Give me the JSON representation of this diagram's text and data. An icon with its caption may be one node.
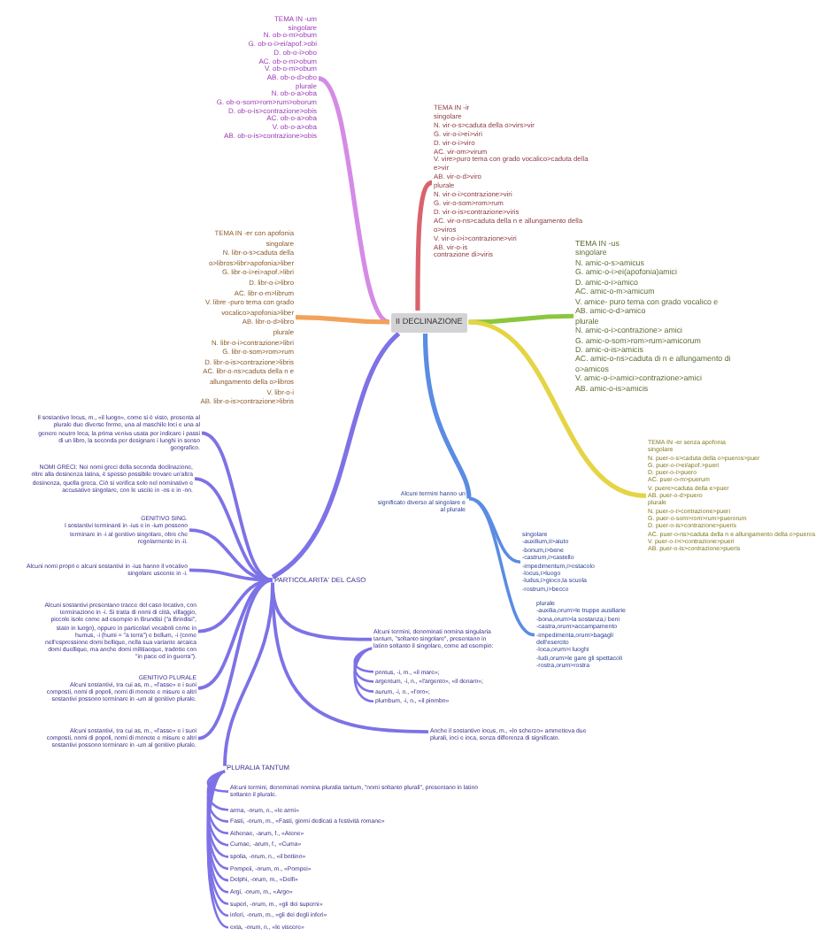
{
  "diagram": {
    "nodes": [
      {
        "text": [
          "II DECLINAZIONE"
        ]
      },
      {
        "text": [
          "TEMA IN -um",
          "singolare",
          "N. ob-o-m>obum",
          "G. ob-o-i>ei/apof.>obi",
          "D. ob-o-i>obo",
          "AC. ob-o-m>obum",
          "V. ob-o-m>obum",
          "AB. ob-o-d>obo",
          "plurale",
          "N. ob-o-a>oba",
          "G. ob-o-som>rom>rum>oborum",
          "D. ob-o-is>contrazione>obis",
          "AC. ob-o-a>oba",
          "V. ob-o-a>oba",
          "AB. ob-o-is>contrazione>obis"
        ]
      },
      {
        "text": [
          "TEMA IN -ir",
          "singolare",
          "N. vir-o-s>caduta della o>virs>vir",
          "G. vir-o-i>ei>viri",
          "D. vir-o-i>viro",
          "AC. vir-om>virum",
          "V. vire>puro tema con grado vocalico>caduta della e>vir",
          "AB. vir-o-d>viro",
          "plurale",
          "N. vir-o-i>contrazione>viri",
          "G. vir-o-som>rom>rum",
          "D. vir-o-is>contrazione>viris",
          "AC. vir-o-ns>caduta della n e allungamento della o>viros",
          "V. vir-o-i>i>contrazione>viri",
          "AB. vir-o-is",
          "contrazione di>viris"
        ]
      },
      {
        "text": [
          "TEMA IN -er con apofonia",
          "singolare",
          "N. libr-o-s>caduta della o>libros>libr>apofonia>liber",
          "G. libr-o-i>ei>apof.>libri",
          "D. libr-o-i>libro",
          "AC. libr-o-m>librum",
          "V. libre -puro tema con grado vocalico>apofonia>liber",
          "AB. libr-o-d>libro",
          "plurale",
          "N. libr-o-i>contrazione>libri",
          "G. libr-o-som>rom>rum",
          "D. libr-o-is>contrazione>libris",
          "AC. libr-o-ns>caduta della n e allungamento della o>libros",
          "V. libr-o-i",
          "AB. libr-o-is>contrazione>libris"
        ]
      },
      {
        "text": [
          "TEMA IN -us",
          "singolare",
          "N. amic-o-s>amicus",
          "G. amic-o-i>ei(apofonia)amici",
          "D. amic-o-i>amico",
          "AC. amic-o-m>amicum",
          "V. amice- puro tema con grado vocalico e",
          "AB. amic-o-d>amico",
          "plurale",
          "N. amic-o-i>contrazione> amici",
          "G. amic-o-som>rom>rum>amicorum",
          "D. amic-o-is>amicis",
          "AC. amic-o-ns>caduta di n e allungamento di o>amicos",
          "V. amic-o-i>amici>contrazione>amici",
          "AB. amic-o-is>amicis"
        ]
      },
      {
        "text": [
          "TEMA IN -er senza apofonia",
          "singolare",
          "N. puer-o-s>caduta della o>pueros>puer",
          "G. puer-o-i>ei/apof.>pueri",
          "D. puer-o-i>puero",
          "AC. puer-o-m>puerum",
          "V. puere>caduta della e>puer",
          "AB. puer-o-d>puero",
          "plurale",
          "N. puer-o-i>contrazione>pueri",
          "G. puer-o-som>rom>rum>puerorum",
          "D. puer-o-is>contrazione>pueris",
          "AC. puer-o-ns>caduta della n e allungamento della o>pueros",
          "V. puer-o-i>i>contrazione>pueri",
          "AB. puer-o-is>contrazione>pueris"
        ]
      },
      {
        "text": [
          "Alcuni termini hanno un significato diverso al singolare e al plurale"
        ]
      },
      {
        "text": [
          "singolare",
          "-auxilium,ii>aiuto",
          "-bonum,i>bene",
          "-castrum,i>castello",
          "-impedimentum,i>ostacolo",
          "-locus,i>luogo",
          "-ludus,i>gioco,la scuola",
          "-rostrum,i>becco"
        ]
      },
      {
        "text": [
          "plurale",
          "-auxilia,orum>le truppe ausiliarie",
          "-bona,orum>la sostanza,i beni",
          "-castra,orum>accampamento",
          "-impedimenta,orum>bagagli dell'esercito",
          "-loca,orum>i luoghi",
          "-ludi,orum>le gare gli spettacoli",
          "-rostra,orum>rostra"
        ]
      },
      {
        "text": [
          "Il sostantivo locus, m., «il luogo», come si è visto, presenta al plurale due diverse forme, una al maschile loci e una al genere neutro loca; la prima veniva usata per indicare i passi di un libro, la seconda per designare i luoghi in senso geografico."
        ]
      },
      {
        "text": [
          "NOMI GRECI: Nei nomi greci della seconda declinazione, oltre alla desinenza latina, è spesso possibile trovare un'altra desinenza, quella greca. Ciò si verifica solo nel nominativo e accusativo singolare, con le uscite in -os e in -on."
        ]
      },
      {
        "text": [
          "GENITIVO SING.",
          "I sostantivi terminanti in -ius e in -ium possono terminare in -i al genitivo singolare, oltre che regolarmente in -ii."
        ]
      },
      {
        "text": [
          "Alcuni nomi propri e alcuni sostantivi in -ius hanno il vocativo singolare uscente in -i."
        ]
      },
      {
        "text": [
          "PARTICOLARITA' DEL CASO"
        ]
      },
      {
        "text": [
          "Alcuni sostantivi presentano tracce del caso locativo, con terminazione in -i. Si tratta di nomi di città, villaggio, piccole isole come ad esempio in Brundisi (\"a Brindisi\", stato in luogo), oppure in particolari vocaboli come in humus, -i (humi = \"a terra\") e bellum, -i (come nell'espressione domi bellique, nella sua variante arcaica domi duellique, ma anche domi militiaeque, tradotte con \"in pace ed in guerra\")."
        ]
      },
      {
        "text": [
          "Alcuni termini, denominati nomina singularia tantum, \"soltanto singolare\", presentano in latino soltanto il singolare, come ad esempio:"
        ]
      },
      {
        "text": [
          "pontus, -i, m., «il mare»;"
        ]
      },
      {
        "text": [
          "argentum, -i, n., «l'argento», «il denaro»;"
        ]
      },
      {
        "text": [
          "aurum, -i, n., «l'oro»;"
        ]
      },
      {
        "text": [
          "plumbum, -i, n., «il piombo»"
        ]
      },
      {
        "text": [
          "GENITIVO PLURALE",
          "Alcuni sostantivi, tra cui as, m., «l'asse» e i suoi composti, nomi di popoli, nomi di monete e misure e altri sostantivi possono terminare in -um al genitivo plurale."
        ]
      },
      {
        "text": [
          "Anche il sostantivo iocus, m., «lo scherzo» ammetteva due plurali, ioci e ioca, senza differenza di significato."
        ]
      },
      {
        "text": [
          "Alcuni sostantivi, tra cui as, m., «l'asse» e i suoi composti, nomi di popoli, nomi di monete e misure e altri sostantivi possono terminare in -um al genitivo plurale."
        ]
      },
      {
        "text": [
          "PLURALIA TANTUM"
        ]
      },
      {
        "text": [
          "Alcuni termini, denominati nomina pluralia tantum, \"nomi soltanto plurali\", presentano in latino soltanto il plurale."
        ]
      },
      {
        "text": [
          "arma, -orum, n., «le armi»"
        ]
      },
      {
        "text": [
          "Fasti, -orum, m., «Fasti, giorni dedicati a festività romane»"
        ]
      },
      {
        "text": [
          "Athenae, -arum, f., «Atene»"
        ]
      },
      {
        "text": [
          "Cumae, -arum, f., «Cuma»"
        ]
      },
      {
        "text": [
          "spolia, -orum, n., «il bottino»"
        ]
      },
      {
        "text": [
          "Pompeii, -orum, m., «Pompei»"
        ]
      },
      {
        "text": [
          "Delphi, -orum, m., «Delfi»"
        ]
      },
      {
        "text": [
          "Argi, -orum, m., «Argo»"
        ]
      },
      {
        "text": [
          "superi, -orum, m., «gli dei superni»"
        ]
      },
      {
        "text": [
          "inferi, -orum, m., «gli dei degli inferi»"
        ]
      },
      {
        "text": [
          "exta, -orum, n., «le viscere»"
        ]
      }
    ],
    "edges": [
      {
        "from": 0,
        "to": 1,
        "arrow": "none",
        "color": "#d58be6"
      },
      {
        "from": 0,
        "to": 2,
        "arrow": "none",
        "color": "#d9636c"
      },
      {
        "from": 0,
        "to": 3,
        "arrow": "none",
        "color": "#f2a25a"
      },
      {
        "from": 0,
        "to": 4,
        "arrow": "none",
        "color": "#8cc63e"
      },
      {
        "from": 0,
        "to": 5,
        "arrow": "none",
        "color": "#e5d444"
      },
      {
        "from": 0,
        "to": 6,
        "arrow": "none",
        "color": "#5b8ce3"
      },
      {
        "from": 6,
        "to": 7,
        "arrow": "none",
        "color": "#5b8ce3"
      },
      {
        "from": 6,
        "to": 8,
        "arrow": "none",
        "color": "#5b8ce3"
      },
      {
        "from": 0,
        "to": 13,
        "arrow": "none"
      },
      {
        "from": 13,
        "to": 9,
        "arrow": "none"
      },
      {
        "from": 13,
        "to": 10,
        "arrow": "none"
      },
      {
        "from": 13,
        "to": 11,
        "arrow": "none"
      },
      {
        "from": 13,
        "to": 12,
        "arrow": "none"
      },
      {
        "from": 13,
        "to": 14,
        "arrow": "none"
      },
      {
        "from": 13,
        "to": 15,
        "arrow": "none"
      },
      {
        "from": 15,
        "to": 16,
        "arrow": "none"
      },
      {
        "from": 15,
        "to": 17,
        "arrow": "none"
      },
      {
        "from": 15,
        "to": 18,
        "arrow": "none"
      },
      {
        "from": 15,
        "to": 19,
        "arrow": "none"
      },
      {
        "from": 13,
        "to": 20,
        "arrow": "none"
      },
      {
        "from": 13,
        "to": 21,
        "arrow": "none"
      },
      {
        "from": 13,
        "to": 22,
        "arrow": "none"
      },
      {
        "from": 13,
        "to": 23,
        "arrow": "none"
      },
      {
        "from": 23,
        "to": 24,
        "arrow": "none"
      },
      {
        "from": 23,
        "to": 25,
        "arrow": "none"
      },
      {
        "from": 23,
        "to": 26,
        "arrow": "none"
      },
      {
        "from": 23,
        "to": 27,
        "arrow": "none"
      },
      {
        "from": 23,
        "to": 28,
        "arrow": "none"
      },
      {
        "from": 23,
        "to": 29,
        "arrow": "none"
      },
      {
        "from": 23,
        "to": 30,
        "arrow": "none"
      },
      {
        "from": 23,
        "to": 31,
        "arrow": "none"
      },
      {
        "from": 23,
        "to": 32,
        "arrow": "none"
      },
      {
        "from": 23,
        "to": 33,
        "arrow": "none"
      },
      {
        "from": 23,
        "to": 34,
        "arrow": "none"
      },
      {
        "from": 23,
        "to": 35,
        "arrow": "none"
      }
    ]
  }
}
